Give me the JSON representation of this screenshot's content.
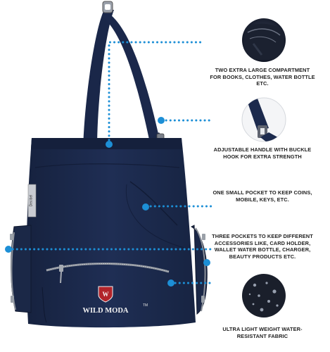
{
  "product": {
    "brand_name": "WILD MODA",
    "trademark": "TM",
    "tag_text": "Decibel"
  },
  "colors": {
    "bag_navy": "#1c2a4d",
    "dotted_line": "#1d8fd6",
    "callout_text": "#222222"
  },
  "callouts": [
    {
      "text": "TWO EXTRA LARGE COMPARTMENT FOR BOOKS, CLOTHES, WATER  BOTTLE Etc."
    },
    {
      "text": "ADJUSTABLE HANDLE WITH BUCKLE HOOK FOR EXTRA STRENGTH"
    },
    {
      "text": "ONE SMALL POCKET TO KEEP COINS, MOBILE, KEYS, Etc."
    },
    {
      "text": "THREE POCKETS TO KEEP DIFFERENT ACCESSORIES LIKE, CARD HOLDER, WALLET WATER BOTTLE, CHARGER, BEAUTY PRODUCTS Etc."
    },
    {
      "text": "ULTRA LIGHT WEIGHT WATER-RESISTANT FABRIC"
    }
  ],
  "detail_icons": [
    "compartment-detail-icon",
    "handle-buckle-detail-icon",
    "water-drops-fabric-icon"
  ]
}
